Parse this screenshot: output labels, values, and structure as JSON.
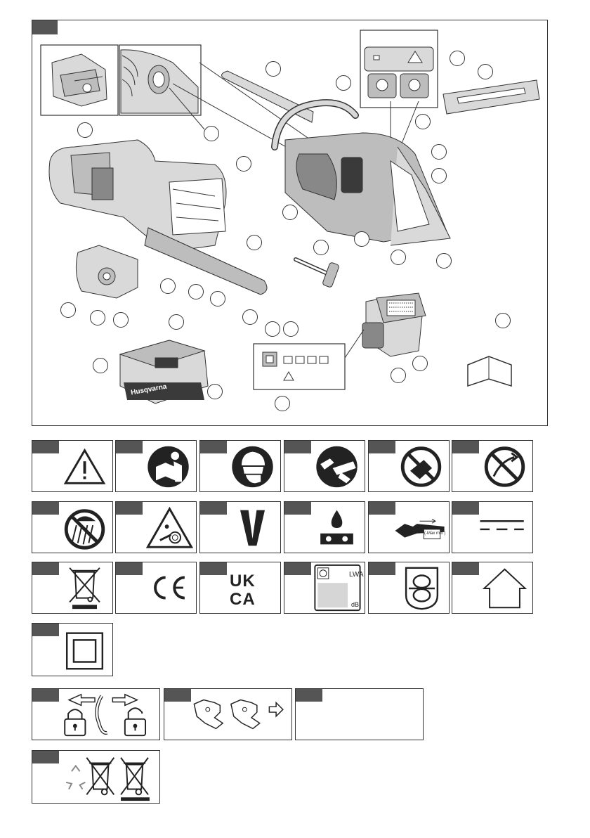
{
  "colors": {
    "line": "#333333",
    "tag": "#555555",
    "fill": "#bdbdbd",
    "dark": "#3a3a3a",
    "light": "#d9d9d9"
  },
  "overview": {
    "brand_logo": "Husqvarna",
    "labels": {
      "meter": "(-Max min )",
      "lwa": "LWA",
      "db": "dB",
      "uk": "UK",
      "ca": "CA"
    }
  },
  "symbols_row1": [
    "warning-icon",
    "read-manual-icon",
    "protective-equipment-icon",
    "two-hands-icon",
    "no-one-hand-icon",
    "kickback-icon"
  ],
  "symbols_row2": [
    "no-rain-icon",
    "kickback-zone-icon",
    "v-icon",
    "chain-oil-icon",
    "chain-speed-icon",
    "dc-current-icon"
  ],
  "symbols_row3": [
    "weee-icon",
    "ce-mark",
    "ukca-mark",
    "sound-power-icon",
    "chain-brake-icon",
    "indoor-use-icon"
  ],
  "symbols_row4": [
    "double-insulation-icon"
  ],
  "symbols_row5": [
    "brake-lock-icon",
    "chain-direction-icon",
    "blank-panel"
  ],
  "symbols_row6": [
    "recycle-icon"
  ]
}
